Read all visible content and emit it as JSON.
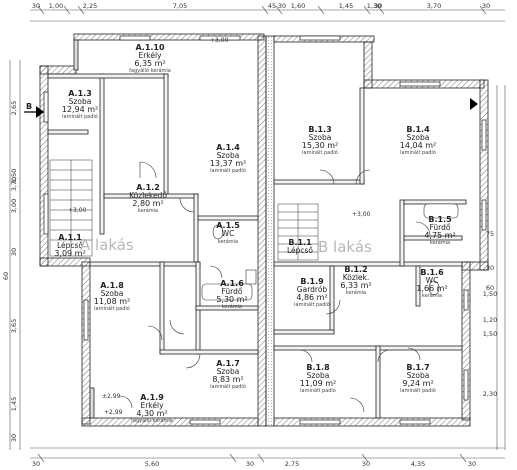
{
  "top_dims": [
    "1,00",
    "2,25",
    "7,05",
    "1,60",
    "1,45",
    "1,30",
    "3,70",
    "30",
    "45",
    "30",
    "30",
    "30"
  ],
  "bottom_dims": [
    "30",
    "5,60",
    "30",
    "2,75",
    "30",
    "4,35",
    "30"
  ],
  "left_dims": [
    "2,65",
    "1,50",
    "3,70",
    "3,00",
    "30",
    "3,65",
    "60",
    "1,45",
    "30"
  ],
  "right_dims": [
    "1,50",
    "1,20",
    "1,50",
    "2,30",
    "30",
    "60",
    "75"
  ],
  "rooms": [
    {
      "id": "A.1.10",
      "name": "Erkély",
      "area": "6,35 m²",
      "floor": "fagyálló kerámia"
    },
    {
      "id": "A.1.3",
      "name": "Szoba",
      "area": "12,94 m²",
      "floor": "laminált padló"
    },
    {
      "id": "A.1.4",
      "name": "Szoba",
      "area": "13,37 m²",
      "floor": "laminált padló"
    },
    {
      "id": "A.1.2",
      "name": "Közlekedő",
      "area": "2,80 m²",
      "floor": "kerámia"
    },
    {
      "id": "A.1.1",
      "name": "Lépcső",
      "area": "3,09 m²",
      "floor": ""
    },
    {
      "id": "A.1.5",
      "name": "WC",
      "area": "",
      "floor": "kerámia"
    },
    {
      "id": "A.1.6",
      "name": "Fürdő",
      "area": "5,30 m²",
      "floor": "kerámia"
    },
    {
      "id": "A.1.8",
      "name": "Szoba",
      "area": "11,08 m²",
      "floor": "laminált padló"
    },
    {
      "id": "A.1.7",
      "name": "Szoba",
      "area": "8,83 m²",
      "floor": "laminált padló"
    },
    {
      "id": "A.1.9",
      "name": "Erkély",
      "area": "4,30 m²",
      "floor": "fagyálló kerámia"
    },
    {
      "id": "B.1.3",
      "name": "Szoba",
      "area": "15,30 m²",
      "floor": "laminált padló"
    },
    {
      "id": "B.1.4",
      "name": "Szoba",
      "area": "14,04 m²",
      "floor": "laminált padló"
    },
    {
      "id": "B.1.5",
      "name": "Fürdő",
      "area": "4,75 m²",
      "floor": "kerámia"
    },
    {
      "id": "B.1.1",
      "name": "Lépcső",
      "area": "",
      "floor": ""
    },
    {
      "id": "B.1.2",
      "name": "Közlek.",
      "area": "6,33 m²",
      "floor": "kerámia"
    },
    {
      "id": "B.1.6",
      "name": "WC",
      "area": "1,66 m²",
      "floor": "kerámia"
    },
    {
      "id": "B.1.9",
      "name": "Gardrób",
      "area": "4,86 m²",
      "floor": "laminált padló"
    },
    {
      "id": "B.1.8",
      "name": "Szoba",
      "area": "11,09 m²",
      "floor": "laminált padló"
    },
    {
      "id": "B.1.7",
      "name": "Szoba",
      "area": "9,24 m²",
      "floor": "laminált padló"
    }
  ],
  "apartments": [
    "A lakás",
    "B lakás"
  ],
  "section_marker": "B",
  "level_marks": [
    "+3,00",
    "+2,99",
    "+3,00",
    "+3,00",
    "±2,99"
  ]
}
